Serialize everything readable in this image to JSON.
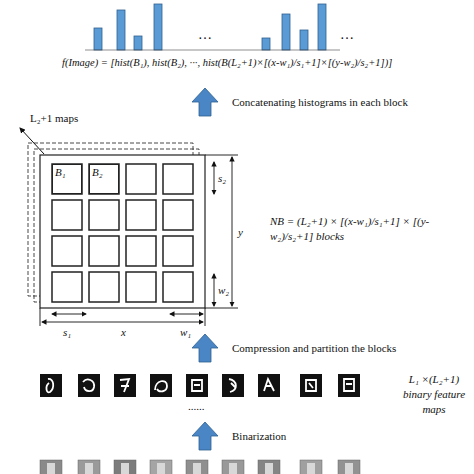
{
  "diagram": {
    "nodes": [
      {
        "text": [
          "B₁"
        ]
      },
      {
        "text": [
          "B₂"
        ]
      }
    ],
    "labels": [
      "…",
      "…",
      "f(Image) = [hist(B₁), hist(B₂), ···, hist(B(L₂+1)×[(x-w₁)/s₁+1]×[(y-w₂)/s₂+1])]",
      "Concatenating histograms in each block",
      "L₂+1 maps",
      "s₂",
      "y",
      "w₂",
      "s₁",
      "x",
      "w₁",
      "NB = (L₂+1) × [(x-w₁)/s₁+1] × [(y-w₂)/s₂+1] blocks",
      "Compression and partition the blocks",
      "......",
      "L₁ ×(L₂+1) binary feature maps",
      "Binarization"
    ]
  }
}
